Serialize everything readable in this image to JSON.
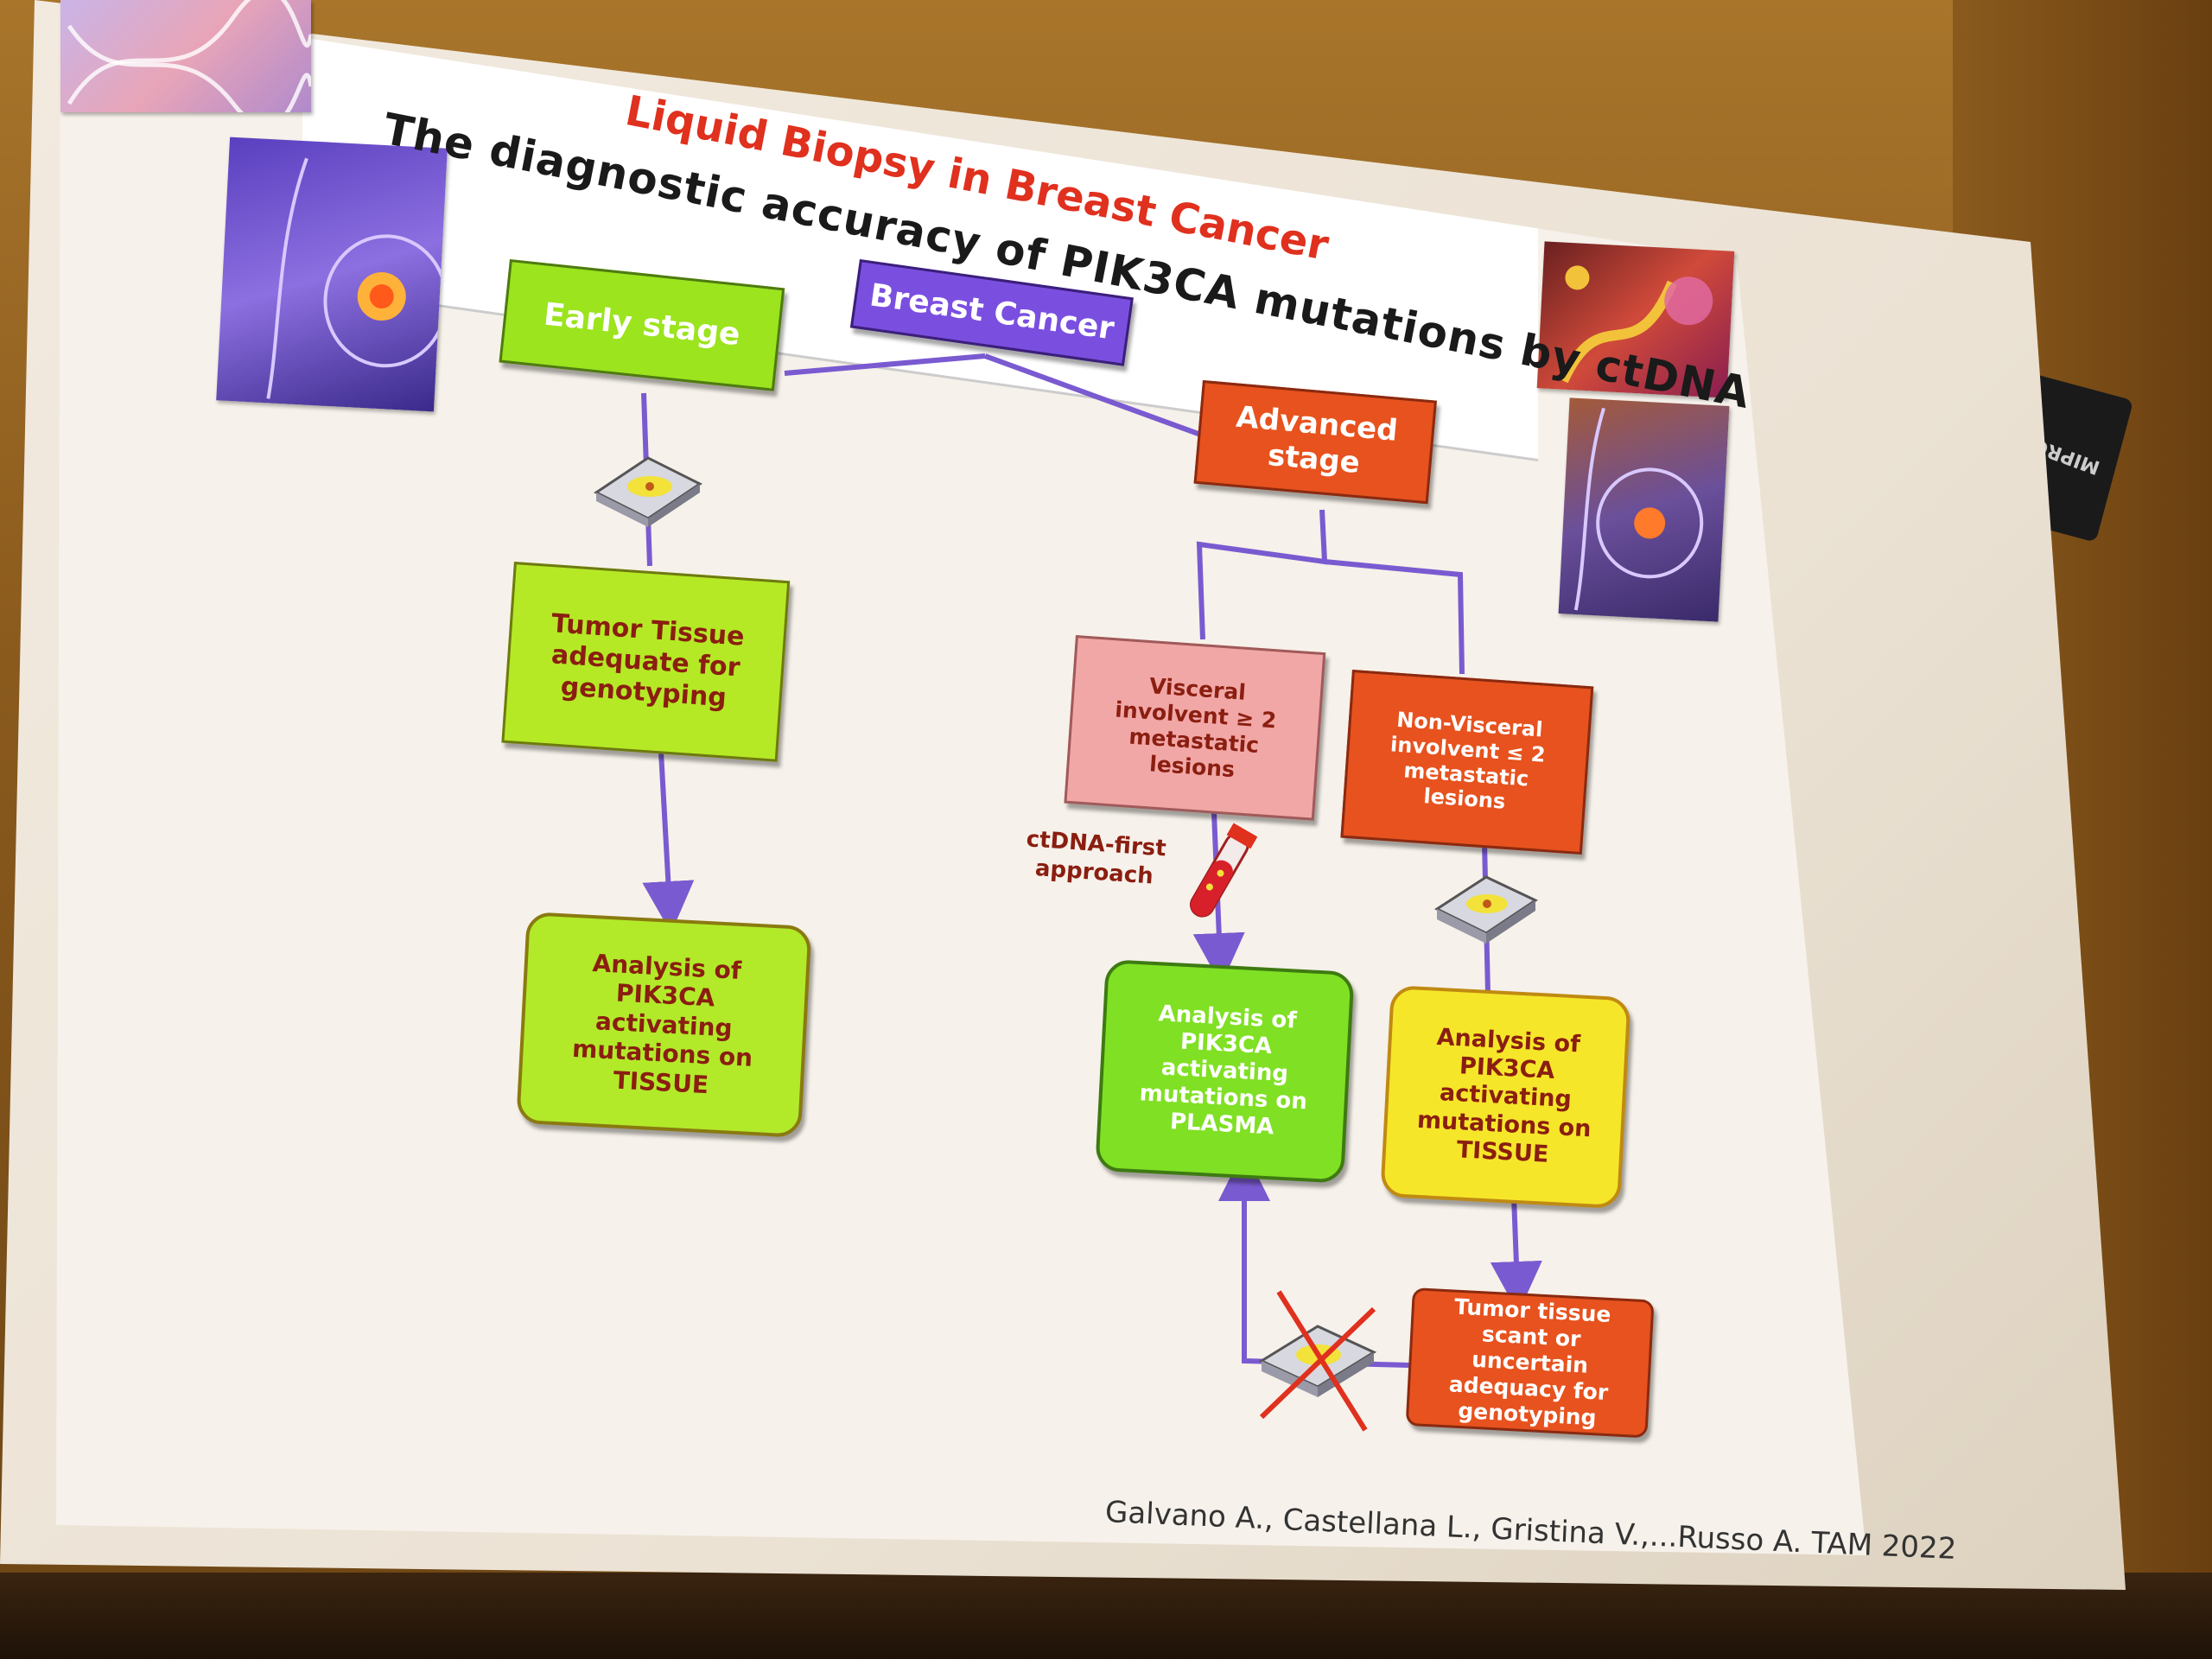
{
  "slide": {
    "title_line1": "Liquid Biopsy in Breast Cancer",
    "title_line2": "The diagnostic accuracy of PIK3CA mutations by ctDNA",
    "citation": "Galvano A., Castellana L., Gristina V.,...Russo A. TAM 2022"
  },
  "nodes": {
    "root": "Breast Cancer",
    "early": "Early stage",
    "advanced": "Advanced stage",
    "tumor_tissue": "Tumor Tissue adequate for genotyping",
    "analysis_tissue_early": "Analysis of PIK3CA activating mutations on TISSUE",
    "visceral": "Visceral involvent ≥ 2 metastatic lesions",
    "non_visceral": "Non-Visceral involvent ≤ 2 metastatic lesions",
    "analysis_plasma": "Analysis of PIK3CA activating mutations on PLASMA",
    "analysis_tissue_adv": "Analysis of PIK3CA activating mutations on TISSUE",
    "tissue_scant": "Tumor tissue scant or uncertain adequacy for genotyping"
  },
  "labels": {
    "ctdna_first": "ctDNA-first approach"
  },
  "projector": {
    "brand": "MIPRO"
  },
  "colors": {
    "title_red": "#e0301e",
    "green": "#9be41e",
    "purple": "#7a4fe0",
    "orange": "#e7521e",
    "pink": "#f2a7a7",
    "yellow": "#f6e62a",
    "connector": "#7a5ad0"
  },
  "icons": [
    "dna-helix-image",
    "breast-anatomy-image",
    "tissue-chip-icon",
    "blood-tube-icon",
    "crossed-out-chip-icon"
  ]
}
